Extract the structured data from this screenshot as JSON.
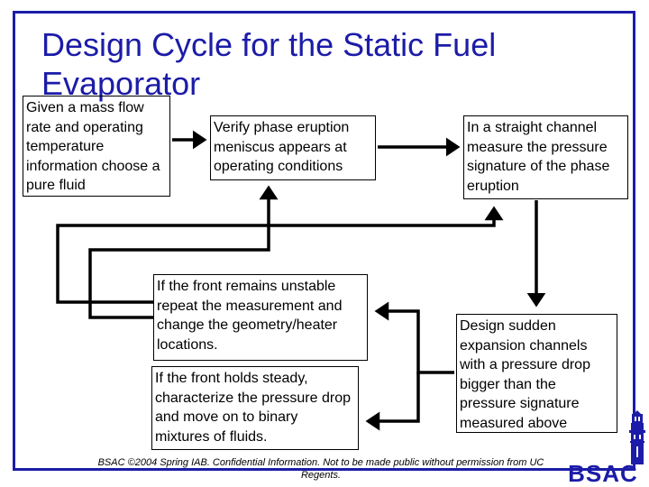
{
  "slide": {
    "title": "Design Cycle for the Static Fuel Evaporator",
    "accent_color": "#1c1ca8",
    "boxes": {
      "given_inputs": "Given a mass flow rate and operating temperature information choose a pure fluid",
      "verify_meniscus": "Verify phase eruption meniscus appears at operating conditions",
      "straight_channel": "In a straight channel measure the pressure signature of the phase eruption",
      "unstable_front": "If the front remains unstable repeat the measurement and change the geometry/heater locations.",
      "steady_front": "If the front holds steady, characterize the pressure drop and move on to binary mixtures of fluids.",
      "sudden_expansion": "Design sudden expansion channels with a pressure drop bigger than the pressure signature measured above"
    },
    "footer": "BSAC ©2004 Spring IAB.  Confidential Information.  Not to be made public without permission from UC Regents.",
    "logo": {
      "text": "BSAC",
      "icon": "campanile-tower-icon"
    }
  }
}
